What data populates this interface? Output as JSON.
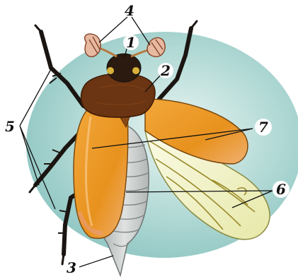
{
  "diagram": {
    "labels": [
      {
        "id": "head",
        "text": "1"
      },
      {
        "id": "thorax",
        "text": "2"
      },
      {
        "id": "abdomen",
        "text": "3"
      },
      {
        "id": "antennae",
        "text": "4"
      },
      {
        "id": "legs",
        "text": "5"
      },
      {
        "id": "hind-wings",
        "text": "6"
      },
      {
        "id": "elytra",
        "text": "7"
      }
    ]
  },
  "colors": {
    "background_oval": "#a8d3cf",
    "elytra": "#e8921e",
    "pronotum": "#6b3412",
    "head": "#2a1a10",
    "abdomen": "#c8cccb",
    "wing": "#f1f2c6",
    "wing_veins": "#9a8a2a",
    "legs": "#1b1512",
    "antenna_clubs": "#e6b9a0"
  }
}
